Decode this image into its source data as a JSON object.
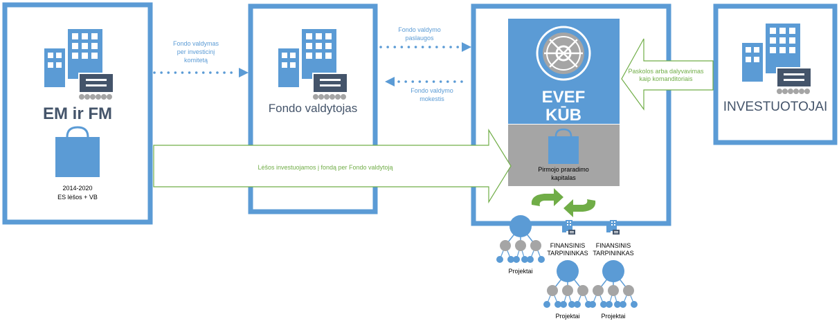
{
  "colors": {
    "box_border": "#5b9bd5",
    "icon_blue": "#5b9bd5",
    "icon_dark": "#44546a",
    "green": "#70ad47",
    "green_dark": "#548235",
    "label_blue": "#5b9bd5",
    "vault_gray": "#a5a5a5",
    "node_gray": "#a5a5a5"
  },
  "boxes": {
    "em_fm": {
      "title": "EM ir FM",
      "caption_line1": "2014-2020",
      "caption_line2": "ES lėšos + VB"
    },
    "manager": {
      "title": "Fondo valdytojas"
    },
    "evef": {
      "title_line1": "EVEF",
      "title_line2": "KŪB",
      "capital_line1": "Pirmojo praradimo",
      "capital_line2": "kapitalas"
    },
    "investors": {
      "title": "INVESTUOTOJAI"
    }
  },
  "flows": {
    "management": {
      "line1": "Fondo valdymas",
      "line2": "per investicinį",
      "line3": "komitetą"
    },
    "services": {
      "line1": "Fondo valdymo",
      "line2": "paslaugos"
    },
    "fee": {
      "line1": "Fondo valdymo",
      "line2": "mokestis"
    },
    "investment_arrow": "Lėšos investuojamos į fondą per Fondo valdytoją",
    "investor_arrow_line1": "Paskolos arba dalyvavimas",
    "investor_arrow_line2": "kaip komanditoriais"
  },
  "intermediaries": {
    "left_line1": "FINANSINIS",
    "left_line2": "TARPININKAS",
    "right_line1": "FINANSINIS",
    "right_line2": "TARPININKAS"
  },
  "projects": {
    "label_1": "Projektai",
    "label_2": "Projektai",
    "label_3": "Projektai"
  },
  "icons": [
    "building-icon",
    "shopping-bag-icon",
    "vault-icon",
    "cycle-arrows-icon",
    "hierarchy-tree-icon"
  ]
}
